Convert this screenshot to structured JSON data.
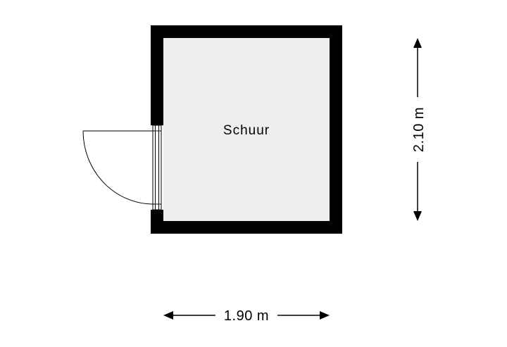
{
  "room": {
    "name": "Schuur"
  },
  "dimensions": {
    "width_label": "1.90 m",
    "height_label": "2.10 m"
  },
  "colors": {
    "wall": "#000000",
    "floor": "#eeeeee",
    "background": "#ffffff",
    "line": "#000000"
  },
  "icons": {
    "door": "door-swing-icon",
    "arrow": "double-arrow-icon"
  }
}
